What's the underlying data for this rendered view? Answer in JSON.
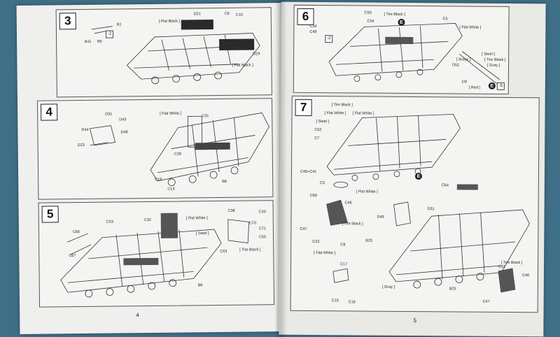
{
  "left_page": {
    "page_number": "4",
    "steps": [
      {
        "number": "3",
        "labels": [
          "B1",
          "B11",
          "B5",
          "D21",
          "D29",
          "C9",
          "C10"
        ],
        "paints": [
          "[ Flat Black ]",
          "[ Flat Black ]"
        ],
        "ref": "-2"
      },
      {
        "number": "4",
        "labels": [
          "D31",
          "D43",
          "D44",
          "D48",
          "D23",
          "C31",
          "C28",
          "C19",
          "C13",
          "B8"
        ],
        "paints": [
          "[ Flat White ]"
        ]
      },
      {
        "number": "5",
        "labels": [
          "C53",
          "C66",
          "C67",
          "C32",
          "B6",
          "C38",
          "C33",
          "C70",
          "C71",
          "C55",
          "C53"
        ],
        "paints": [
          "[ Flat White ]",
          "[ Steel ]",
          "[ Tire Black ]"
        ]
      }
    ]
  },
  "right_page": {
    "page_number": "5",
    "steps": [
      {
        "number": "6",
        "labels": [
          "C34",
          "C49",
          "C50",
          "C54",
          "C5",
          "D52",
          "D9"
        ],
        "paints": [
          "[ Tire Black ]",
          "[ Flat White ]",
          "[ Brass ]",
          "[ Steel ]",
          "[ Tire Black ]",
          "[ Gray ]",
          "[ Red ]"
        ],
        "ref": "-2",
        "ref2": "-5",
        "badge": "E"
      },
      {
        "number": "7",
        "labels": [
          "C52",
          "C7",
          "C40+C41",
          "C3",
          "C64",
          "D31",
          "C60",
          "C46",
          "C47",
          "C23",
          "C8",
          "D49",
          "B25",
          "C17",
          "C15",
          "C16",
          "B25",
          "C61",
          "C46",
          "C47"
        ],
        "paints": [
          "[ Tire Black ]",
          "[ Flat White ]",
          "[ Flat White ]",
          "[ Steel ]",
          "[ Flat White ]",
          "[ Tire Black ]",
          "[ Flat White ]",
          "[ Gray ]",
          "[ Tire Black ]"
        ],
        "badge": "E"
      }
    ]
  }
}
